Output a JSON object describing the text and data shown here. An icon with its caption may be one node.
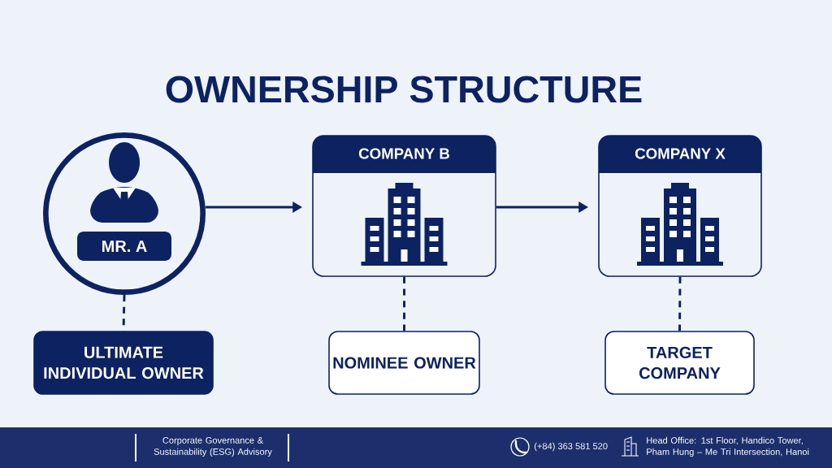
{
  "diagram": {
    "title": "OWNERSHIP STRUCTURE",
    "nodes": [
      {
        "text": [
          "MR. A"
        ]
      },
      {
        "text": [
          "COMPANY B"
        ]
      },
      {
        "text": [
          "COMPANY X"
        ]
      },
      {
        "text": [
          "ULTIMATE INDIVIDUAL OWNER"
        ]
      },
      {
        "text": [
          "NOMINEE OWNER"
        ]
      },
      {
        "text": [
          "TARGET COMPANY"
        ]
      }
    ],
    "edges": [
      {
        "from": 0,
        "to": 1,
        "arrow": "to"
      },
      {
        "from": 1,
        "to": 2,
        "arrow": "to"
      },
      {
        "from": 0,
        "to": 3,
        "arrow": "none",
        "style": "dashed"
      },
      {
        "from": 1,
        "to": 4,
        "arrow": "none",
        "style": "dashed"
      },
      {
        "from": 2,
        "to": 5,
        "arrow": "none",
        "style": "dashed"
      }
    ],
    "labels": [
      "Corporate Governance & Sustainability (ESG) Advisory",
      "(+84) 363 581 520",
      "Head Office: 1st Floor, Handico Tower, Pham Hung – Me Tri Intersection, Hanoi"
    ]
  }
}
